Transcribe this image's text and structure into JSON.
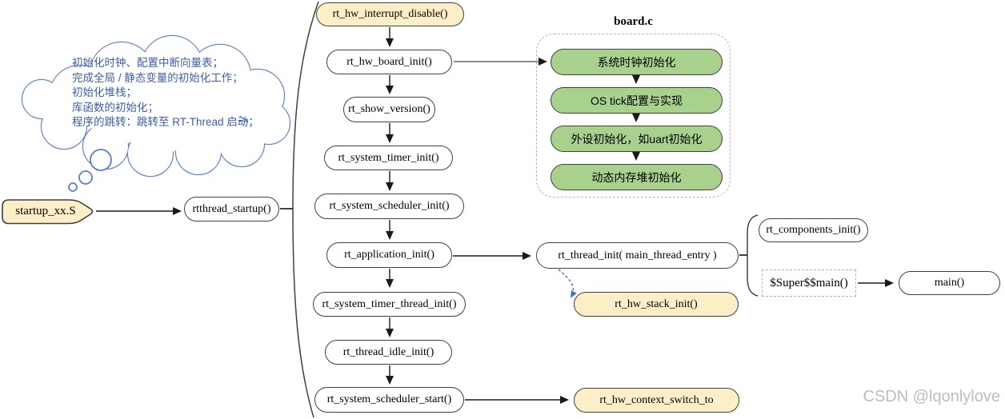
{
  "colors": {
    "node_fill_yellow": "#FCEFC8",
    "node_fill_green": "#A9D18E",
    "node_border": "#3F3F3F",
    "cloud_outline": "#5B7FC4",
    "cloud_text": "#3D5DA8",
    "dashed_arrow_blue": "#4472C4",
    "watermark_gray": "#BDBDBD"
  },
  "cloud_note": {
    "lines": [
      "初始化时钟、配置中断向量表；",
      "完成全局 / 静态变量的初始化工作；",
      "初始化堆栈；",
      "库函数的初始化；",
      "程序的跳转：跳转至 RT-Thread 启动；"
    ]
  },
  "start": {
    "file": "startup_xx.S",
    "entry": "rtthread_startup()"
  },
  "startup_flow": [
    "rt_hw_interrupt_disable()",
    "rt_hw_board_init()",
    "rt_show_version()",
    "rt_system_timer_init()",
    "rt_system_scheduler_init()",
    "rt_application_init()",
    "rt_system_timer_thread_init()",
    "rt_thread_idle_init()",
    "rt_system_scheduler_start()"
  ],
  "board": {
    "title": "board.c",
    "steps": [
      "系统时钟初始化",
      "OS tick配置与实现",
      "外设初始化，如uart初始化",
      "动态内存堆初始化"
    ]
  },
  "main_branch": {
    "thread_init": "rt_thread_init( main_thread_entry )",
    "hw_stack_init": "rt_hw_stack_init()",
    "components_init": "rt_components_init()",
    "super_main": "$Super$$main()",
    "main": "main()",
    "context_switch": "rt_hw_context_switch_to"
  },
  "watermark": "CSDN @lqonlylove"
}
